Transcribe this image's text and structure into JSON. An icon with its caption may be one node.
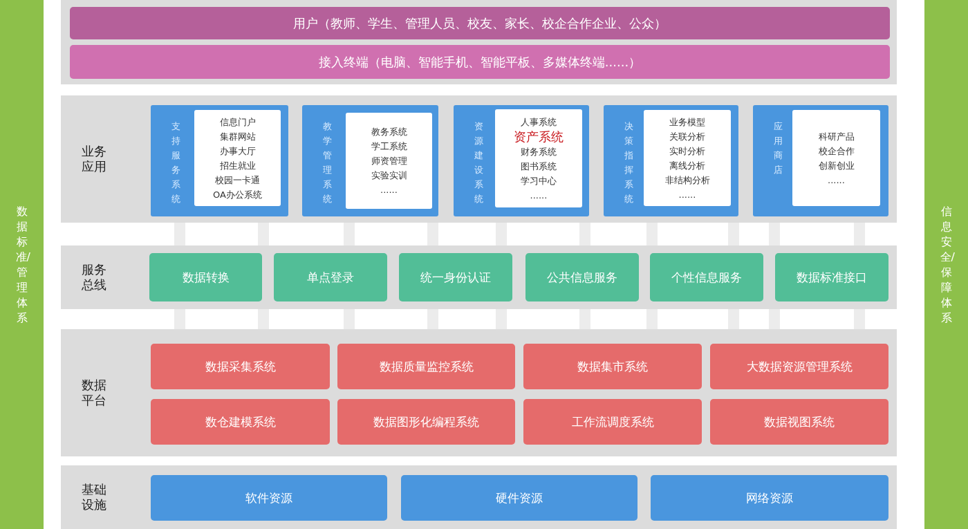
{
  "diagram": {
    "nodes": [
      {
        "text": [
          "数据标准/管理体系"
        ]
      },
      {
        "text": [
          "信息安全/保障体系"
        ]
      },
      {
        "text": [
          "用户（教师、学生、管理人员、校友、家长、校企合作企业、公众）"
        ]
      },
      {
        "text": [
          "接入终端（电脑、智能手机、智能平板、多媒体终端......）"
        ]
      },
      {
        "text": [
          "业务应用"
        ]
      },
      {
        "text": [
          "支持服务系统"
        ],
        "in": 4
      },
      {
        "text": [
          "信息门户",
          "集群网站",
          "办事大厅",
          "招生就业",
          "校园一卡通",
          "OA办公系统"
        ],
        "in": 5
      },
      {
        "text": [
          "教学管理系统"
        ],
        "in": 4
      },
      {
        "text": [
          "教务系统",
          "学工系统",
          "师资管理",
          "实验实训",
          "......"
        ],
        "in": 7
      },
      {
        "text": [
          "资源建设系统"
        ],
        "in": 4
      },
      {
        "text": [
          "人事系统",
          "资产系统",
          "财务系统",
          "图书系统",
          "学习中心",
          "......"
        ],
        "in": 9
      },
      {
        "text": [
          "决策指挥系统"
        ],
        "in": 4
      },
      {
        "text": [
          "业务模型",
          "关联分析",
          "实时分析",
          "离线分析",
          "非结构分析",
          "......"
        ],
        "in": 11
      },
      {
        "text": [
          "应用商店"
        ],
        "in": 4
      },
      {
        "text": [
          "科研产品",
          "校企合作",
          "创新创业",
          "......"
        ],
        "in": 13
      },
      {
        "text": [
          "服务总线"
        ]
      },
      {
        "text": [
          "数据转换"
        ],
        "in": 15
      },
      {
        "text": [
          "单点登录"
        ],
        "in": 15
      },
      {
        "text": [
          "统一身份认证"
        ],
        "in": 15
      },
      {
        "text": [
          "公共信息服务"
        ],
        "in": 15
      },
      {
        "text": [
          "个性信息服务"
        ],
        "in": 15
      },
      {
        "text": [
          "数据标准接口"
        ],
        "in": 15
      },
      {
        "text": [
          "数据平台"
        ]
      },
      {
        "text": [
          "数据采集系统"
        ],
        "in": 22
      },
      {
        "text": [
          "数据质量监控系统"
        ],
        "in": 22
      },
      {
        "text": [
          "数据集市系统"
        ],
        "in": 22
      },
      {
        "text": [
          "大数据资源管理系统"
        ],
        "in": 22
      },
      {
        "text": [
          "数仓建模系统"
        ],
        "in": 22
      },
      {
        "text": [
          "数据图形化编程系统"
        ],
        "in": 22
      },
      {
        "text": [
          "工作流调度系统"
        ],
        "in": 22
      },
      {
        "text": [
          "数据视图系统"
        ],
        "in": 22
      },
      {
        "text": [
          "基础设施"
        ]
      },
      {
        "text": [
          "软件资源"
        ],
        "in": 31
      },
      {
        "text": [
          "硬件资源"
        ],
        "in": 31
      },
      {
        "text": [
          "网络资源"
        ],
        "in": 31
      }
    ]
  }
}
